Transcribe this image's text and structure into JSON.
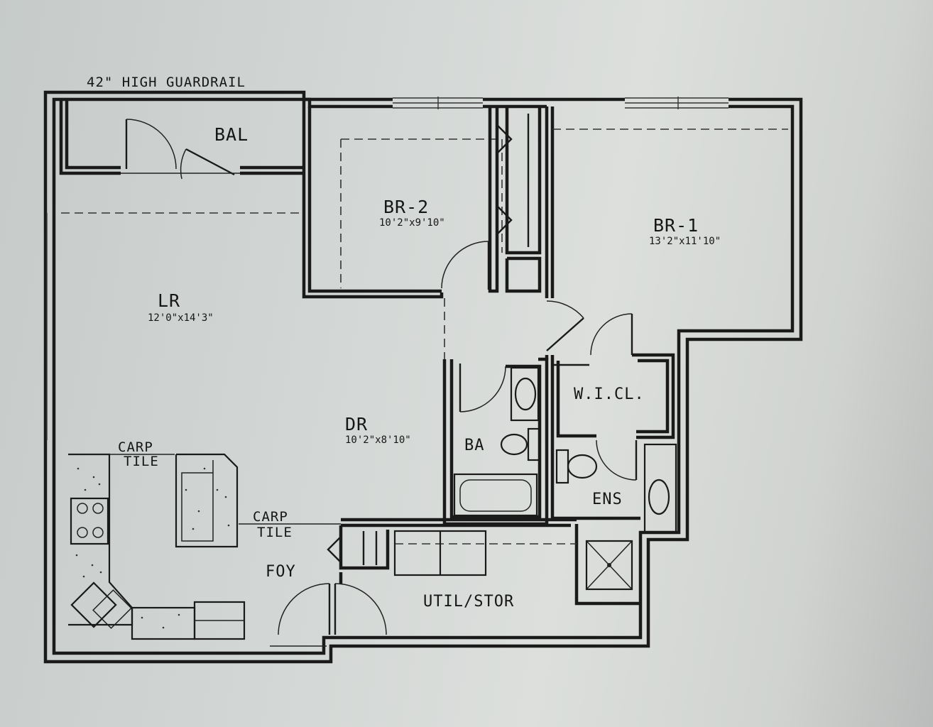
{
  "plan": {
    "guardrail_note": "42\" HIGH GUARDRAIL",
    "rooms": {
      "bal": {
        "name": "BAL"
      },
      "br2": {
        "name": "BR-2",
        "size": "10'2\"x9'10\""
      },
      "br1": {
        "name": "BR-1",
        "size": "13'2\"x11'10\""
      },
      "lr": {
        "name": "LR",
        "size": "12'0\"x14'3\""
      },
      "dr": {
        "name": "DR",
        "size": "10'2\"x8'10\""
      },
      "wicl": {
        "name": "W.I.CL."
      },
      "ba": {
        "name": "BA"
      },
      "ens": {
        "name": "ENS"
      },
      "foy": {
        "name": "FOY"
      },
      "util": {
        "name": "UTIL/STOR"
      }
    },
    "floor_transitions": [
      {
        "top": "CARP",
        "bottom": "TILE"
      },
      {
        "top": "CARP",
        "bottom": "TILE"
      }
    ]
  }
}
